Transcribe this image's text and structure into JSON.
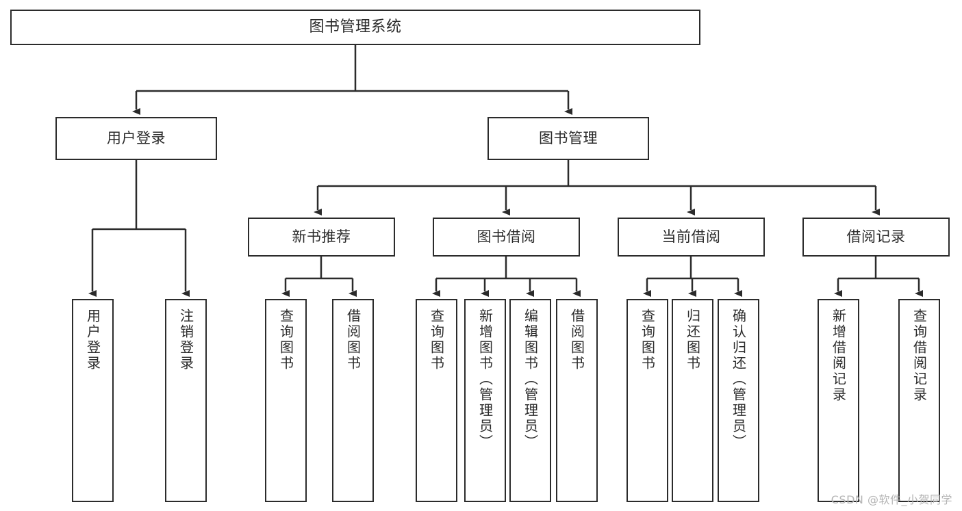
{
  "diagram": {
    "title": "图书管理系统",
    "type": "tree-hierarchy",
    "orientation": "top-down",
    "line_color": "#2b2b2b",
    "box_fill": "#ffffff",
    "text_color": "#2b2b2b"
  },
  "watermark": {
    "text": "CSDN @软件_小贺同学",
    "color": "#b4b4b4"
  },
  "nodes": {
    "root": {
      "label": "图书管理系统"
    },
    "level2": [
      {
        "label": "用户登录"
      },
      {
        "label": "图书管理"
      }
    ],
    "level3": [
      {
        "label": "新书推荐"
      },
      {
        "label": "图书借阅"
      },
      {
        "label": "当前借阅"
      },
      {
        "label": "借阅记录"
      }
    ],
    "leaves": {
      "user_login": [
        {
          "label": "用户登录"
        },
        {
          "label": "注销登录"
        }
      ],
      "new_book_recommend": [
        {
          "label": "查询图书"
        },
        {
          "label": "借阅图书"
        }
      ],
      "book_borrow": [
        {
          "label": "查询图书"
        },
        {
          "label": "新增图书（管理员）"
        },
        {
          "label": "编辑图书（管理员）"
        },
        {
          "label": "借阅图书"
        }
      ],
      "current_borrow": [
        {
          "label": "查询图书"
        },
        {
          "label": "归还图书"
        },
        {
          "label": "确认归还（管理员）"
        }
      ],
      "borrow_record": [
        {
          "label": "新增借阅记录"
        },
        {
          "label": "查询借阅记录"
        }
      ]
    }
  }
}
